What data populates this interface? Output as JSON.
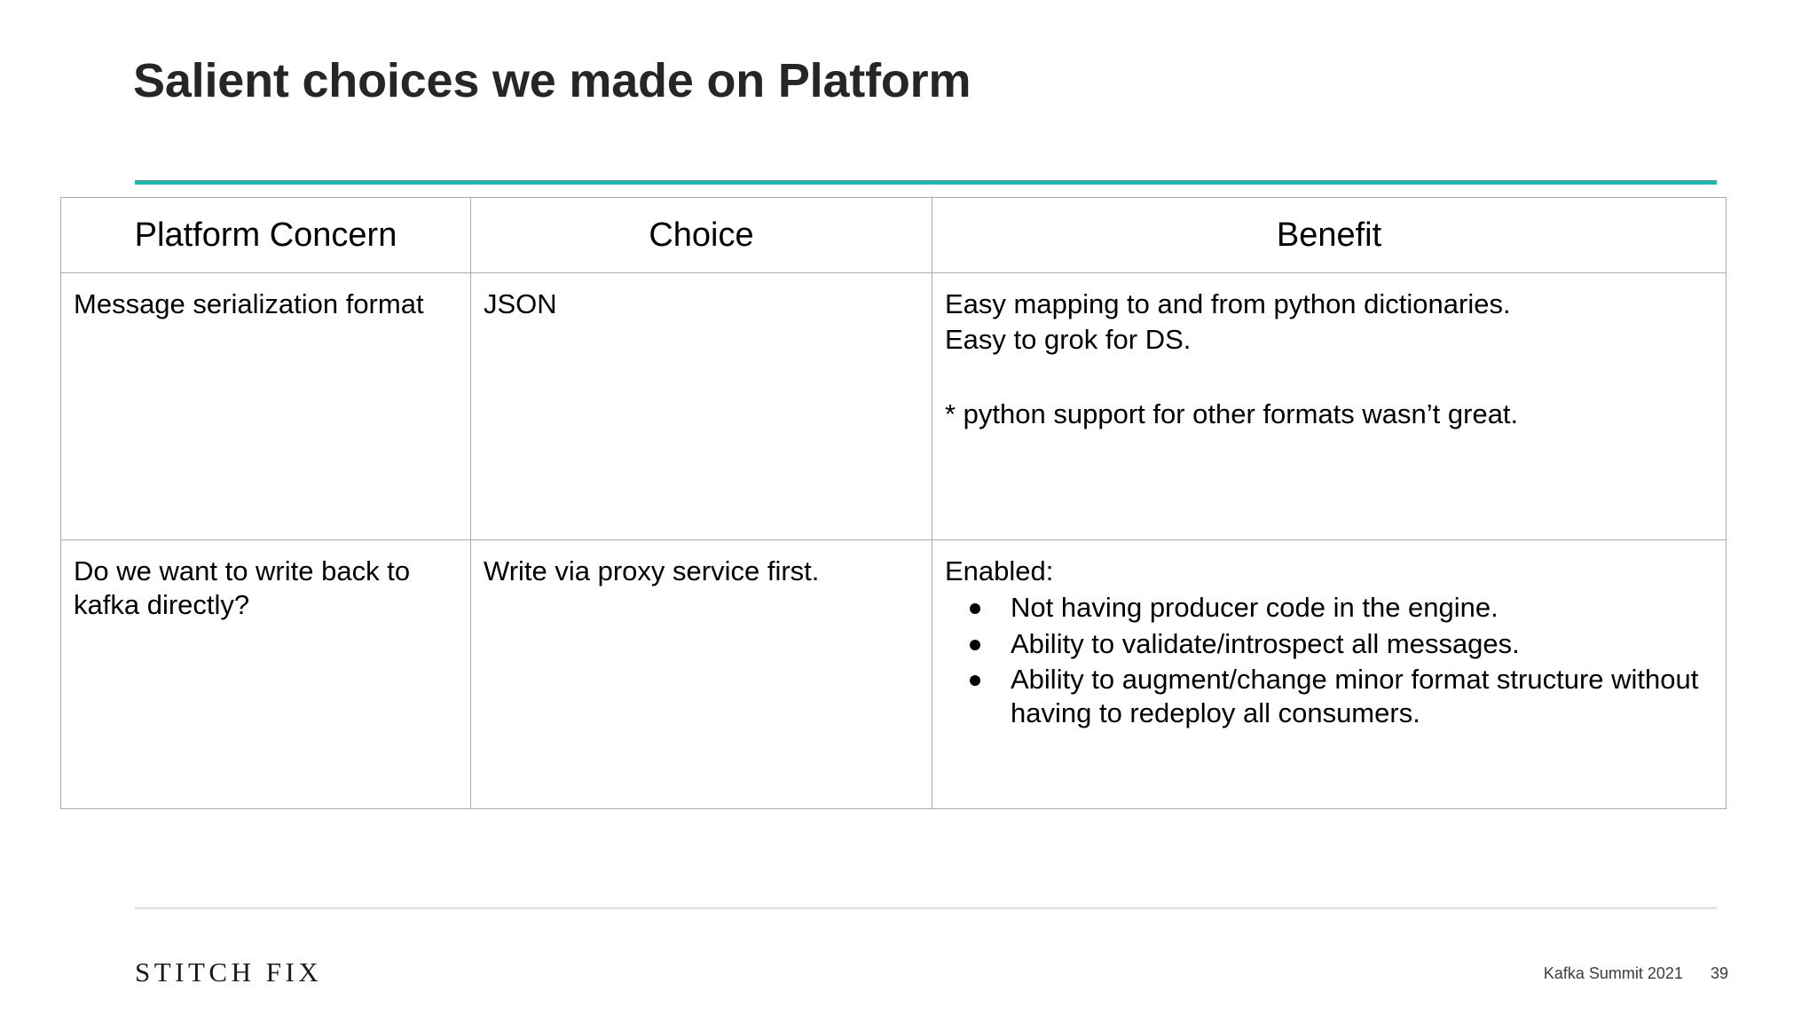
{
  "slide": {
    "title": "Salient choices we made on Platform",
    "accent_color": "#12BDB3",
    "divider_color": "#E4E4E4",
    "border_color": "#ABABAB",
    "title_color": "#262626"
  },
  "table": {
    "headers": {
      "concern": "Platform Concern",
      "choice": "Choice",
      "benefit": "Benefit"
    },
    "rows": [
      {
        "concern": "Message serialization format",
        "choice": "JSON",
        "benefit_lines": [
          "Easy mapping to and from python dictionaries.",
          "Easy to grok for DS."
        ],
        "benefit_note": "* python support for other formats wasn’t great.",
        "bullets": []
      },
      {
        "concern": "Do we want to write back to kafka directly?",
        "choice": "Write via proxy service first.",
        "benefit_lines": [
          "Enabled:"
        ],
        "benefit_note": "",
        "bullets": [
          "Not having producer code in the engine.",
          "Ability to validate/introspect all messages.",
          "Ability to augment/change minor format structure without having to redeploy all consumers."
        ]
      }
    ]
  },
  "footer": {
    "brand": "STITCH FIX",
    "event": "Kafka Summit 2021",
    "page_number": "39"
  }
}
